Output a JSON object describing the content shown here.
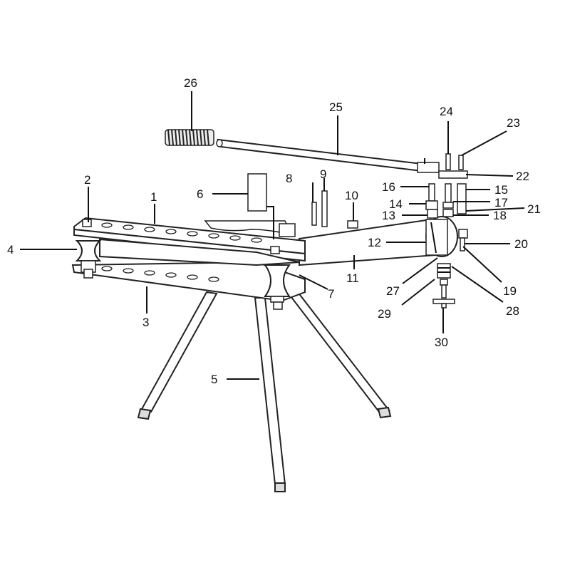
{
  "labels": {
    "p1": "1",
    "p2": "2",
    "p3": "3",
    "p4": "4",
    "p5": "5",
    "p6": "6",
    "p7": "7",
    "p8": "8",
    "p9": "9",
    "p10": "10",
    "p11": "11",
    "p12": "12",
    "p13": "13",
    "p14": "14",
    "p15": "15",
    "p16": "16",
    "p17": "17",
    "p18": "18",
    "p19": "19",
    "p20": "20",
    "p21": "21",
    "p22": "22",
    "p23": "23",
    "p24": "24",
    "p25": "25",
    "p26": "26",
    "p27": "27",
    "p28": "28",
    "p29": "29",
    "p30": "30"
  },
  "colors": {
    "ink": "#111111",
    "paper": "#ffffff"
  }
}
